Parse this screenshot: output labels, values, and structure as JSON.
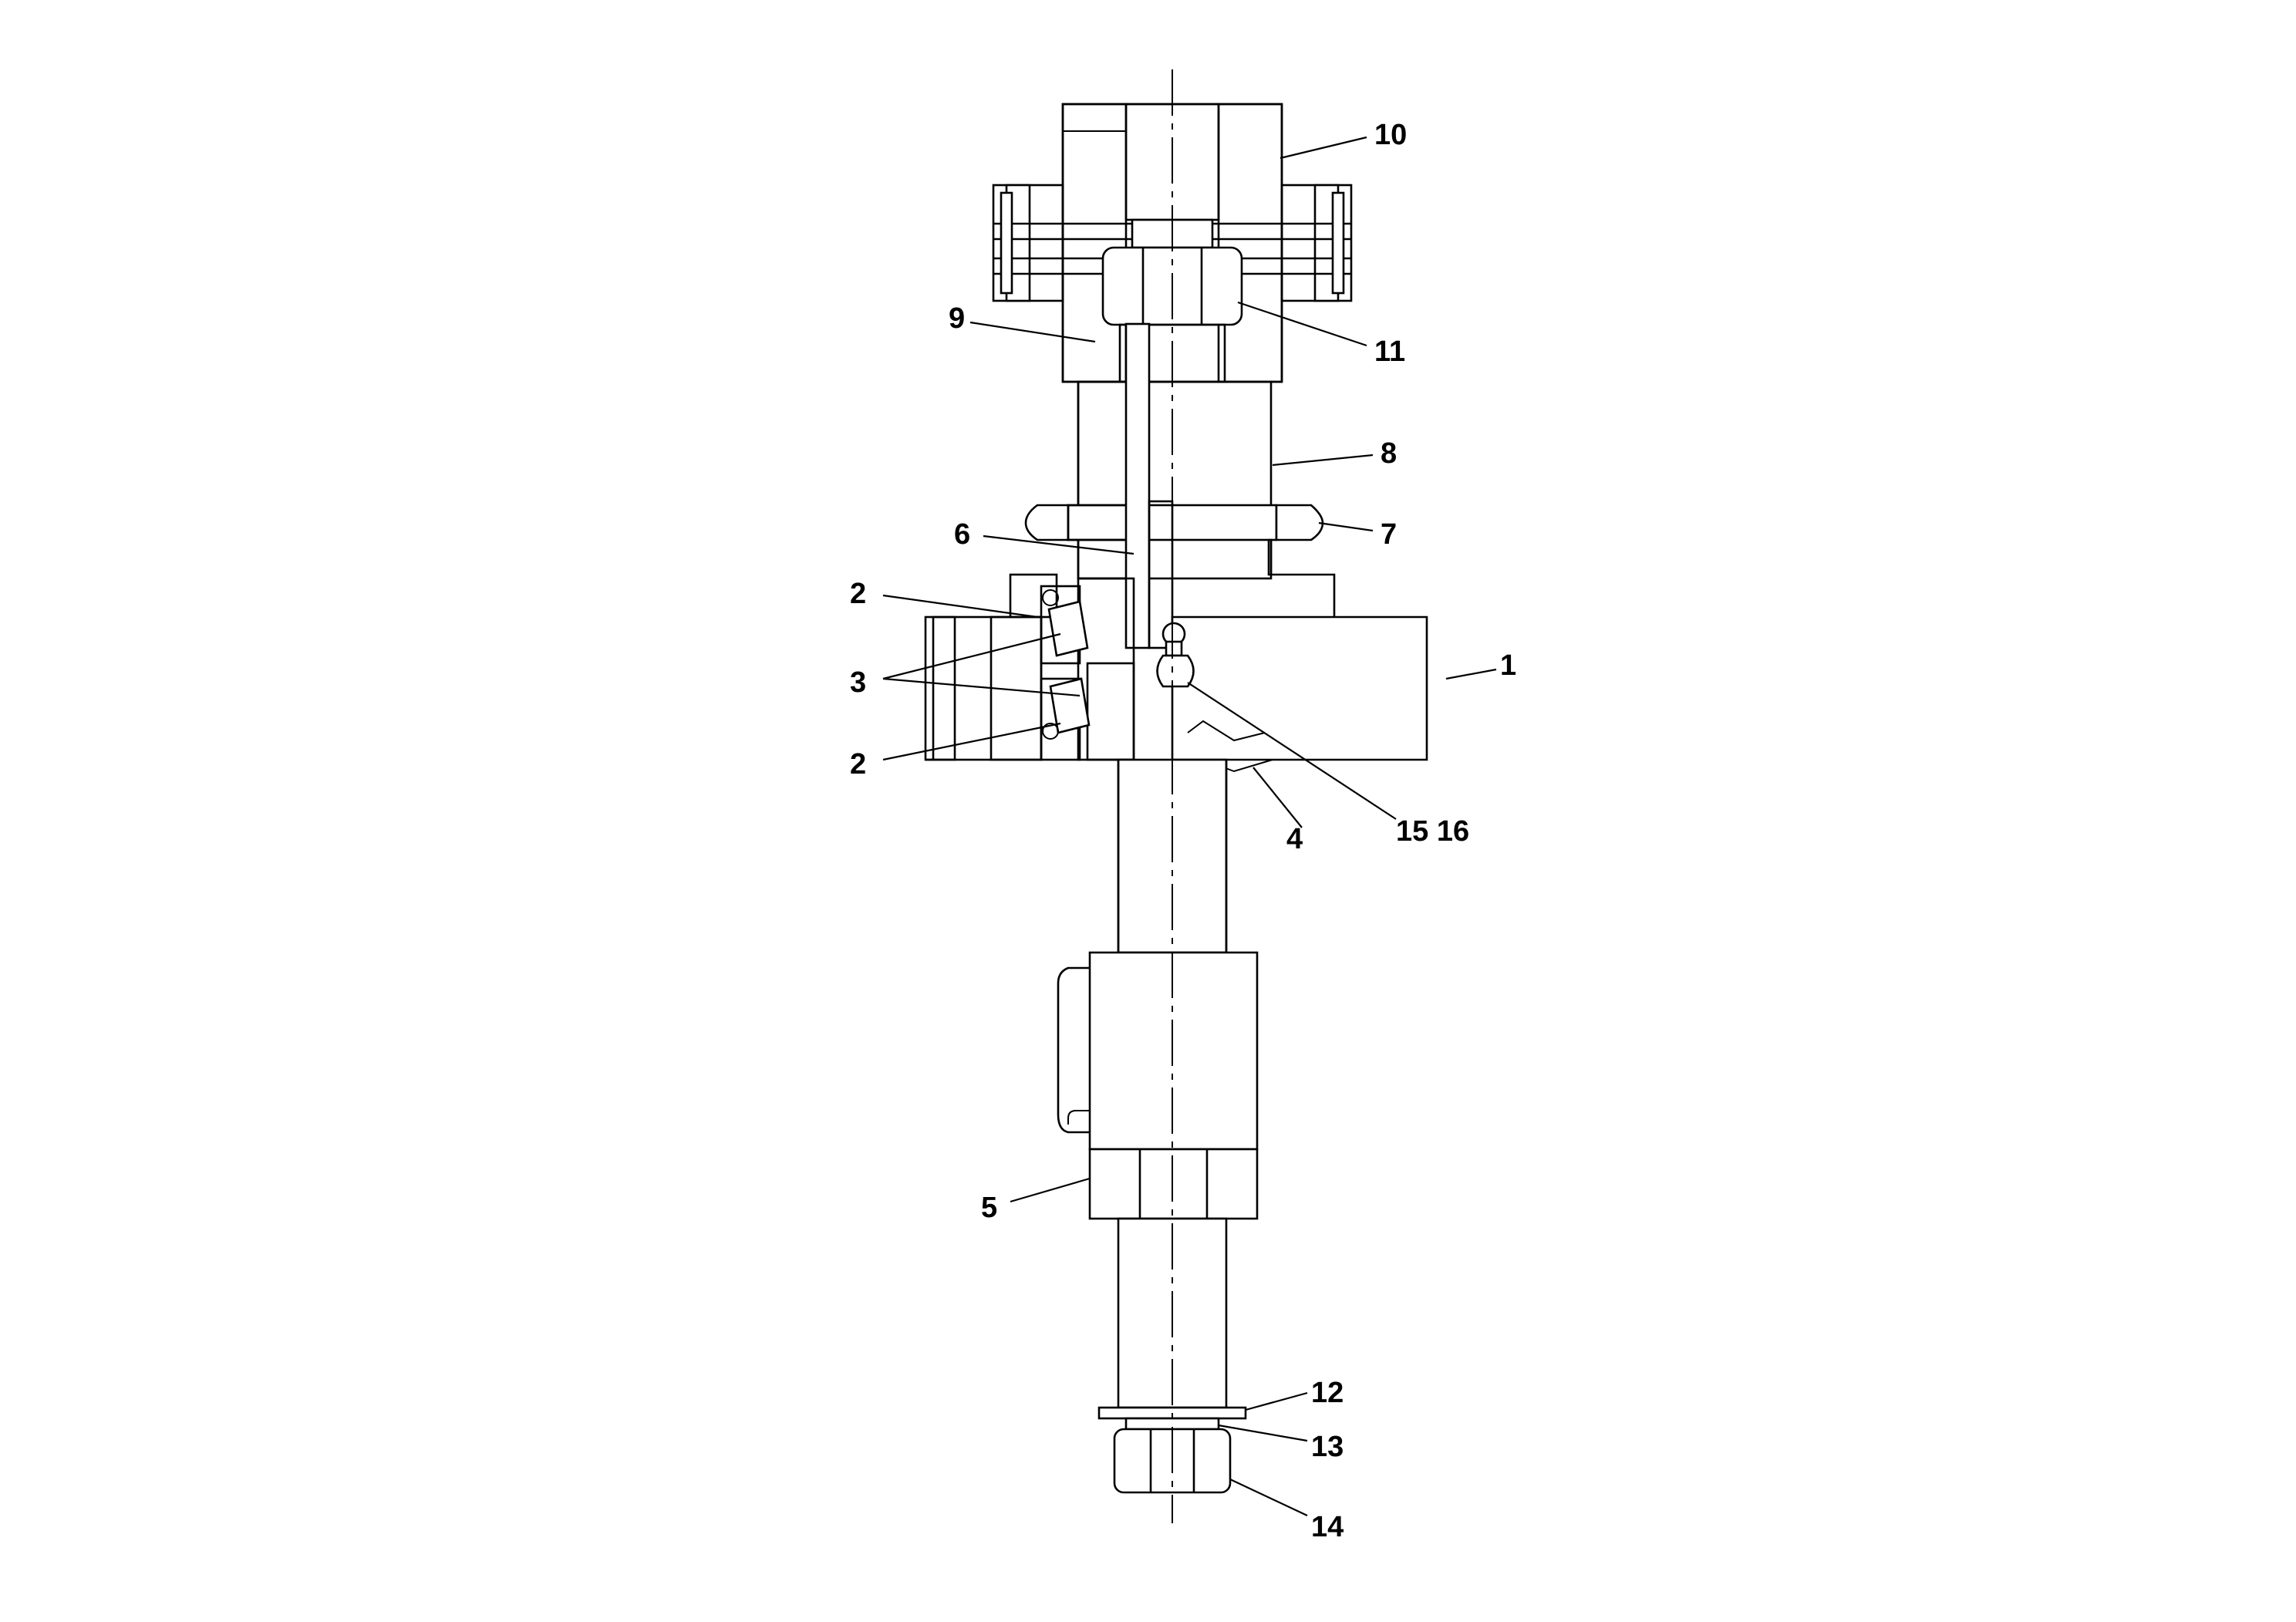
{
  "callouts": {
    "c1": "1",
    "c2a": "2",
    "c2b": "2",
    "c3": "3",
    "c4": "4",
    "c5": "5",
    "c6": "6",
    "c7": "7",
    "c8": "8",
    "c9": "9",
    "c10": "10",
    "c11": "11",
    "c12": "12",
    "c13": "13",
    "c14": "14",
    "c15_16": "15 16"
  }
}
